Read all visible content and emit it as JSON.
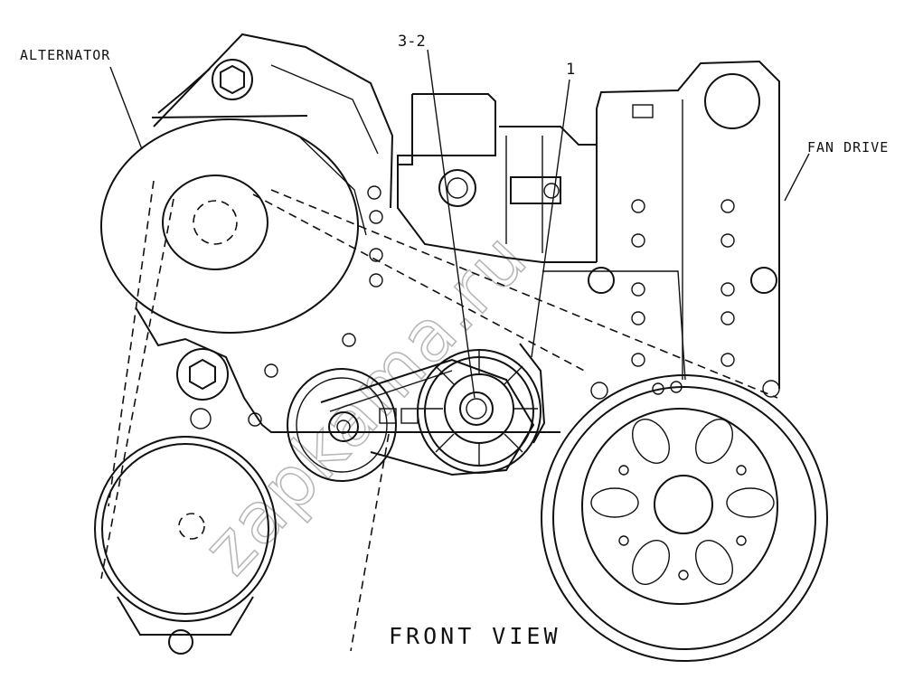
{
  "labels": {
    "alternator": "ALTERNATOR",
    "fan_drive": "FAN DRIVE",
    "item_3_2": "3-2",
    "item_1": "1",
    "view": "FRONT VIEW"
  },
  "watermark": {
    "text": "zapkama.ru",
    "color": "#b7b7b7"
  },
  "colors": {
    "line": "#111111",
    "background": "#ffffff"
  }
}
